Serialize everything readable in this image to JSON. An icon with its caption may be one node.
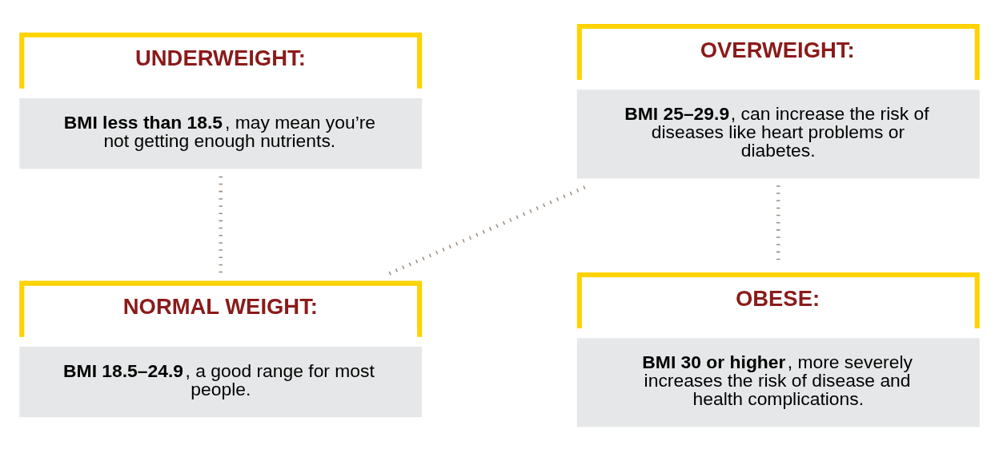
{
  "diagram": {
    "nodes": [
      {
        "text": [
          "UNDERWEIGHT:",
          "**BMI less than 18.5**, may mean you’re not getting enough nutrients."
        ]
      },
      {
        "text": [
          "NORMAL WEIGHT:",
          "**BMI 18.5–24.9**, a good range for most people."
        ]
      },
      {
        "text": [
          "OVERWEIGHT:",
          "**BMI 25–29.9**, can increase the risk of diseases like heart problems or diabetes."
        ]
      },
      {
        "text": [
          "OBESE:",
          "**BMI 30 or higher**, more severely increases the risk of disease and health complications."
        ]
      }
    ],
    "edges": [
      {
        "from": 0,
        "to": 1,
        "arrow": "none",
        "style": "dashed"
      },
      {
        "from": 1,
        "to": 2,
        "arrow": "none",
        "style": "dashed"
      },
      {
        "from": 2,
        "to": 3,
        "arrow": "none",
        "style": "dashed"
      }
    ]
  }
}
